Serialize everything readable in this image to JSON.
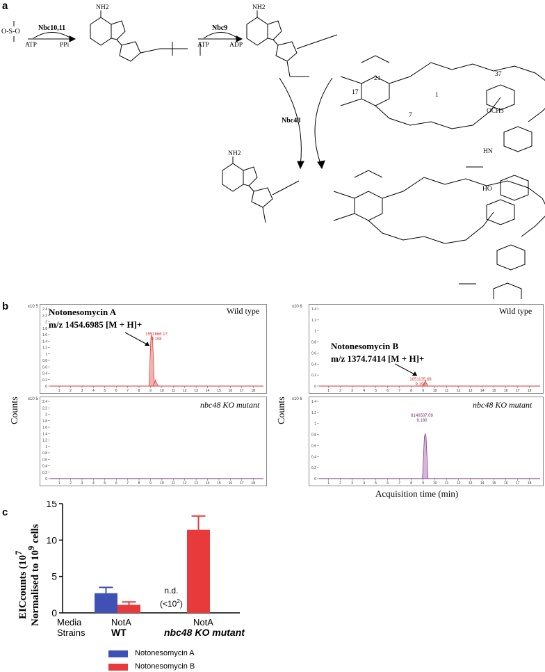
{
  "panels": {
    "a": "a",
    "b": "b",
    "c": "c"
  },
  "panel_a": {
    "enzymes": {
      "e1": "Nbc10,11",
      "e2": "Nbc9",
      "e3": "Nbc48"
    },
    "cofactors": {
      "atp1": "ATP",
      "ppi": "PPi",
      "atp2": "ATP",
      "adp": "ADP"
    },
    "atom_labels": {
      "nh2_1": "NH2",
      "nh2_2": "NH2",
      "nh2_3": "NH2",
      "so4": "O-S-O",
      "c21": "21",
      "c17": "17",
      "c7": "7",
      "c1": "1",
      "c37": "37",
      "och3": "OCH3",
      "hn": "HN",
      "ho": "HO"
    }
  },
  "panel_b": {
    "counts_label": "Counts",
    "acq_label": "Acquisition time (min)",
    "left": {
      "exp_top": "x10 5",
      "exp_bottom": "x10 5",
      "compound": "Notonesomycin A",
      "mz": "m/z 1454.6985 [M + H]+",
      "wt_label": "Wild type",
      "ko_label": "nbc48 KO mutant",
      "peak_value": "1551666.17",
      "peak_time": "9.108",
      "yticks": [
        "2.4",
        "2.2",
        "2",
        "1.8",
        "1.6",
        "1.4",
        "1.2",
        "1",
        "0.8",
        "0.6",
        "0.4",
        "0.2",
        "0"
      ]
    },
    "right": {
      "exp_top": "x10 6",
      "exp_bottom": "x10 6",
      "compound": "Notonesomycin B",
      "mz": "m/z 1374.7414 [M + H]+",
      "wt_label": "Wild type",
      "ko_label": "nbc48 KO mutant",
      "peak_wt_value": "1051135.69",
      "peak_wt_time": "9.196",
      "peak_ko_value": "8140507.09",
      "peak_ko_time": "9.180",
      "yticks": [
        "1.4",
        "1.2",
        "1",
        "0.8",
        "0.6",
        "0.4",
        "0.2",
        "0"
      ]
    },
    "xticks": [
      "1",
      "2",
      "3",
      "4",
      "5",
      "6",
      "7",
      "8",
      "9",
      "10",
      "11",
      "12",
      "13",
      "14",
      "15",
      "16",
      "17",
      "18"
    ]
  },
  "chart_data": {
    "type": "bar",
    "categories": [
      "WT",
      "nbc48 KO mutant"
    ],
    "media_row_label": "Media",
    "strains_row_label": "Strains",
    "media": [
      "NotA",
      "NotA"
    ],
    "series": [
      {
        "name": "Notonesomycin A",
        "values": [
          2.7,
          null
        ],
        "errors": [
          0.8,
          null
        ],
        "color": "#3f51b5"
      },
      {
        "name": "Notonesomycin B",
        "values": [
          1.1,
          11.4
        ],
        "errors": [
          0.4,
          1.9
        ],
        "color": "#e8393b"
      }
    ],
    "ylabel_line1": "EICcounts (10",
    "ylabel_sup1": "7",
    "ylabel_line1b": "",
    "ylabel_line2": "Normalised to 10",
    "ylabel_sup2": "9",
    "ylabel_line2b": " cells",
    "yticks": [
      "0",
      "5",
      "10",
      "15"
    ],
    "ylim": [
      0,
      15
    ],
    "annotation_nd": "n.d.",
    "annotation_lt": "(<10",
    "annotation_lt_sup": "2",
    "annotation_lt_end": ")"
  }
}
